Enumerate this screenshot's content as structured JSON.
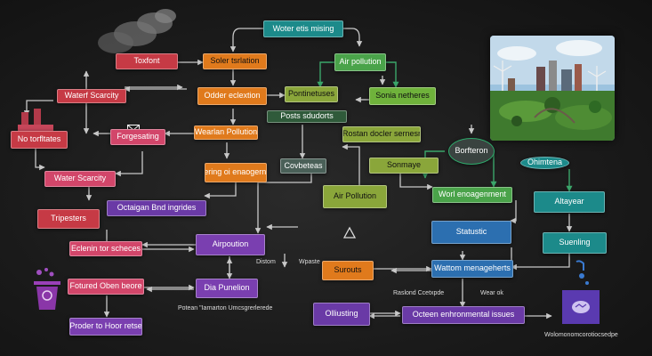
{
  "nodes": {
    "water_missing": "Woter etis mising",
    "toxfont": "Toxfont",
    "solar_station": "Soler tsrlation",
    "air_pollution_top": "Air pollution",
    "water_scarcity_top": "Waterf Scarcity",
    "order_selection": "Odder eclextion",
    "pontinetuses": "Pontinetuses",
    "sonia_netheres": "Sonia netheres",
    "posts_students": "Posts sdudorts",
    "no_torfltates": "No torfltates",
    "forgesating": "Forgesating",
    "wearlan_pollution": "Wearlan Pollution",
    "rosten_dector": "Rostan docler sernesr",
    "borfteron": "Borfteron",
    "water_scarcity_mid": "Water Scarcity",
    "using_management": "Usering oi enaogernent",
    "covbeteas": "Covbeteas",
    "sonmaye": "Sonmaye",
    "chimtena": "Ohimtena",
    "octaigan": "Octaigan Bnd ingrides",
    "tripesters": "Tripesters",
    "air_pollution_mid": "Air Pollution",
    "work_management": "Worl enoagenment",
    "altayear": "Altayear",
    "statustic": "Statustic",
    "economic_schemes": "Eclenin tor scheces",
    "airpoution": "Airpoution",
    "suentling": "Suenling",
    "storsuts": "Surouts",
    "wattom_managements": "Wattom menageherts",
    "fostured_oben": "Fotured Oben beore",
    "dla_punelion": "Dia Punelion",
    "ollrsuting": "Olliusting",
    "octesn_environment": "Octeen enhronmental issues",
    "proder_hoor": "Proder to Hoor retse"
  },
  "labels": {
    "distom": "Distom",
    "wpaste": "Wpaste",
    "raslone_ccexpote": "Raslond Ccetxpde",
    "wear_ok": "Wear ok",
    "poteon_row": "Potean  \"Iarnarton  Umcsgrerlerede",
    "bottom_right": "Wolomonomcorotiocsedpe"
  },
  "icons": [
    "factory-smoke-icon",
    "trash-bin-icon",
    "water-tank-icon",
    "recycle-icon",
    "email-icon",
    "landscape-photo"
  ],
  "colors": {
    "background": "#1b1b1b",
    "arrow": "#c8c8c8",
    "accent_teal": "#1c8a8a"
  }
}
